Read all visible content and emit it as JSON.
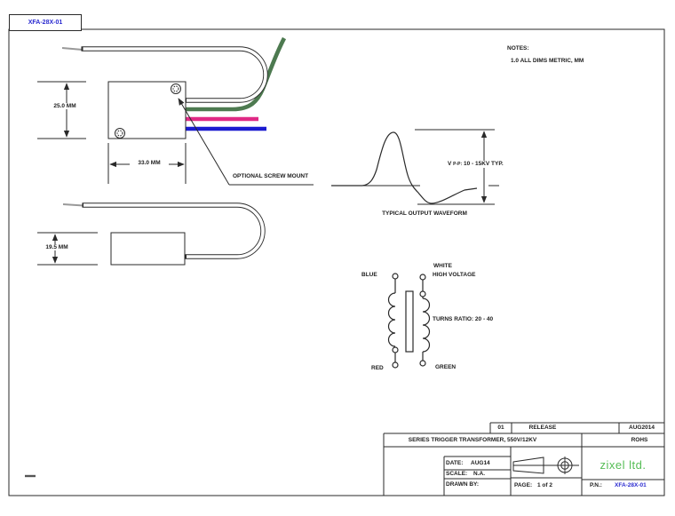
{
  "drawing": {
    "doc_label": "XFA-28X-01",
    "notes": {
      "title": "NOTES:",
      "item1": "1.0 ALL DIMS METRIC, MM"
    },
    "top_view": {
      "height_dim": "25.0 MM",
      "width_dim": "33.0 MM",
      "callout": "OPTIONAL SCREW MOUNT"
    },
    "side_view": {
      "height_dim": "19.5 MM"
    },
    "waveform": {
      "vpp_prefix": "V",
      "vpp_sub": "P-P:",
      "vpp_value": "10 - 15KV TYP.",
      "caption": "TYPICAL OUTPUT WAVEFORM"
    },
    "schematic": {
      "primary_top": "BLUE",
      "secondary_top_line1": "WHITE",
      "secondary_top_line2": "HIGH VOLTAGE",
      "primary_bottom": "RED",
      "secondary_bottom": "GREEN",
      "turns_ratio": "TURNS RATIO: 20 - 40"
    }
  },
  "title_block": {
    "revision": {
      "number": "01",
      "description": "RELEASE",
      "date": "AUG2014"
    },
    "part_description": "SERIES TRIGGER TRANSFORMER, 550V/12KV",
    "compliance": "ROHS",
    "date_label": "DATE:",
    "date_value": "AUG14",
    "scale_label": "SCALE:",
    "scale_value": "N.A.",
    "drawn_by_label": "DRAWN BY:",
    "page_label": "PAGE:",
    "page_value": "1 of 2",
    "company": "zixel ltd.",
    "pn_label": "P.N.:",
    "pn_value": "XFA-28X-01"
  },
  "colors": {
    "line_dark": "#2a2a2a",
    "part_number_blue": "#2b2bd0",
    "company_green": "#55bd55",
    "wire_green": "#4d7a50",
    "wire_pink": "#e02a85",
    "wire_blue": "#1b1bd0",
    "wire_tip_gray": "#999999"
  }
}
